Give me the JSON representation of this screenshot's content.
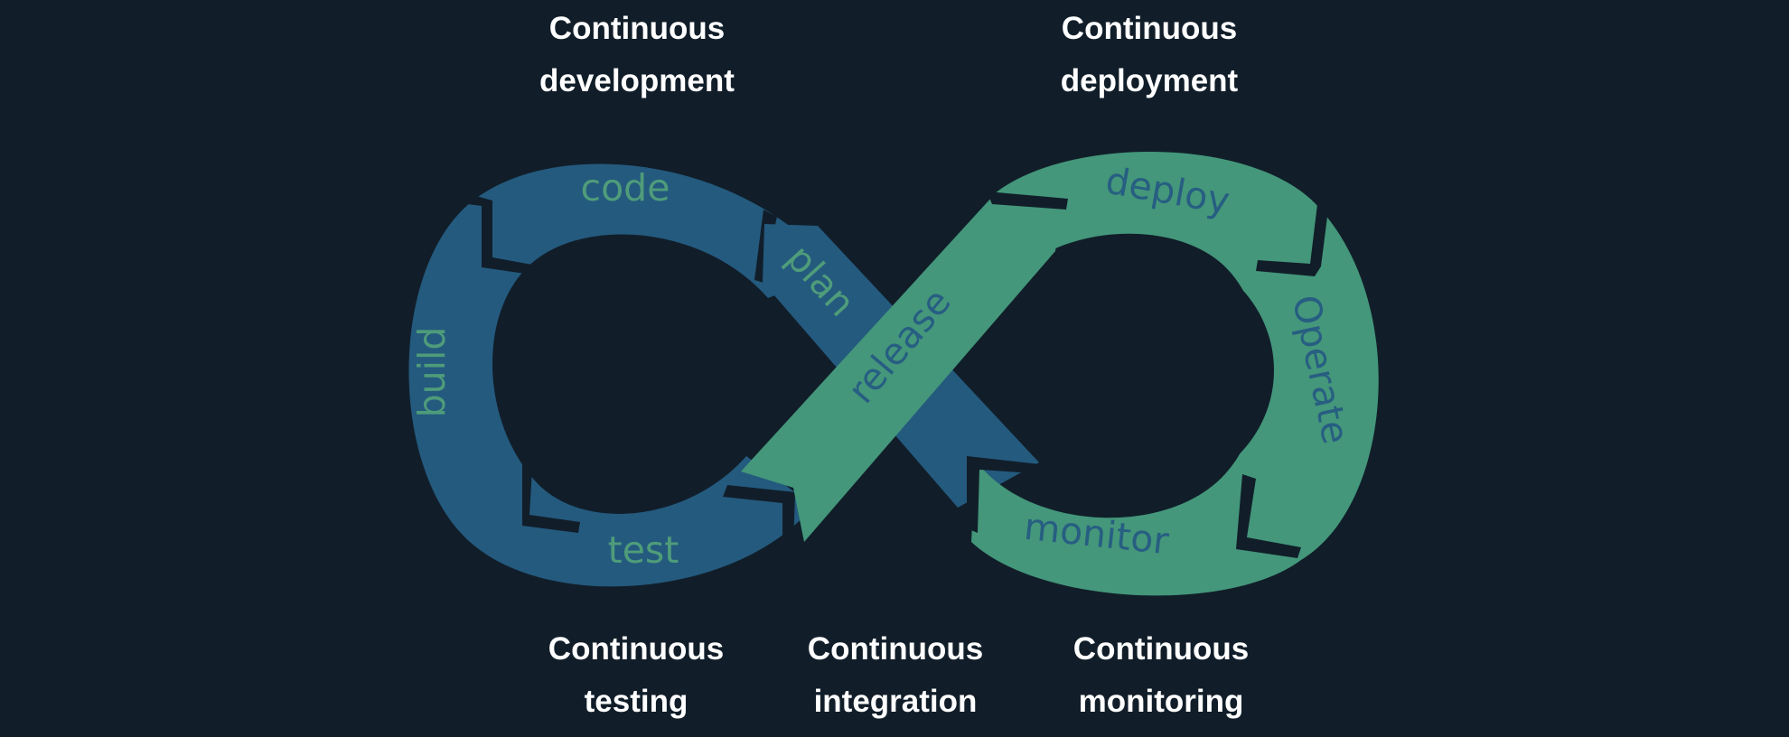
{
  "colors": {
    "background": "#111e2a",
    "blue_loop": "#245a7e",
    "green_loop": "#44977a",
    "blue_text": "#4f9c7a",
    "green_text": "#275e82",
    "caption_text": "#ffffff"
  },
  "stages": {
    "code": "code",
    "plan": "plan",
    "build": "build",
    "test": "test",
    "release": "release",
    "deploy": "deploy",
    "operate": "Operate",
    "monitor": "monitor"
  },
  "captions": {
    "development": {
      "line1": "Continuous",
      "line2": "development"
    },
    "deployment": {
      "line1": "Continuous",
      "line2": "deployment"
    },
    "testing": {
      "line1": "Continuous",
      "line2": "testing"
    },
    "integration": {
      "line1": "Continuous",
      "line2": "integration"
    },
    "monitoring": {
      "line1": "Continuous",
      "line2": "monitoring"
    }
  }
}
